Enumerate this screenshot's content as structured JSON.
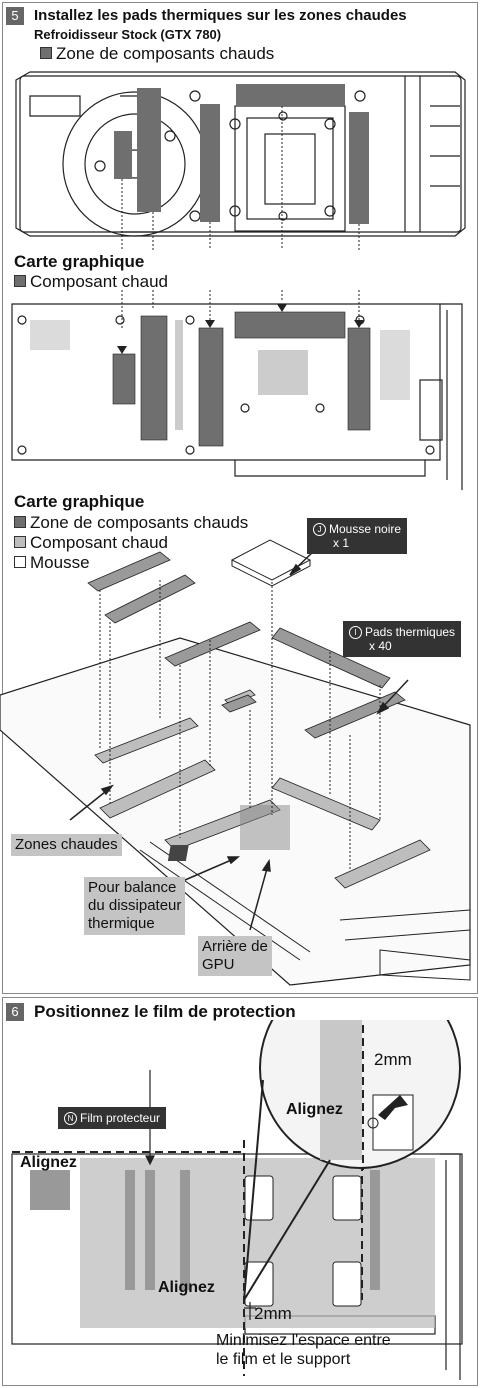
{
  "step5": {
    "number": "5",
    "title": "Installez les pads thermiques sur les zones chaudes",
    "subtitle": "Refroidisseur Stock  (GTX 780)",
    "legend_zone": "Zone de composants chauds"
  },
  "section2": {
    "title": "Carte graphique",
    "legend_component": "Composant chaud"
  },
  "section3": {
    "title": "Carte graphique",
    "legend_zone": "Zone de composants chauds",
    "legend_component": "Composant chaud",
    "legend_foam": "Mousse",
    "tag_foam_letter": "J",
    "tag_foam_line1": "Mousse noire",
    "tag_foam_line2": "x 1",
    "tag_pads_letter": "I",
    "tag_pads_line1": "Pads thermiques",
    "tag_pads_line2": "x 40",
    "label_hot_zones": "Zones chaudes",
    "label_balance_1": "Pour balance",
    "label_balance_2": "du dissipateur",
    "label_balance_3": "thermique",
    "label_gpu_1": "Arrière de",
    "label_gpu_2": "GPU"
  },
  "step6": {
    "number": "6",
    "title": "Positionnez le film de protection",
    "tag_film_letter": "N",
    "tag_film": "Film protecteur",
    "align_1": "Alignez",
    "align_2": "Alignez",
    "align_3": "Alignez",
    "gap_1": "2mm",
    "gap_2": "2mm",
    "note_1": "Minimisez l'espace entre",
    "note_2": "le film et  le support"
  },
  "colors": {
    "zone_dark": "#6f6f6f",
    "component_mid": "#bdbdbd",
    "tag_dark": "#333333",
    "label_grey": "#c4c4c4"
  }
}
